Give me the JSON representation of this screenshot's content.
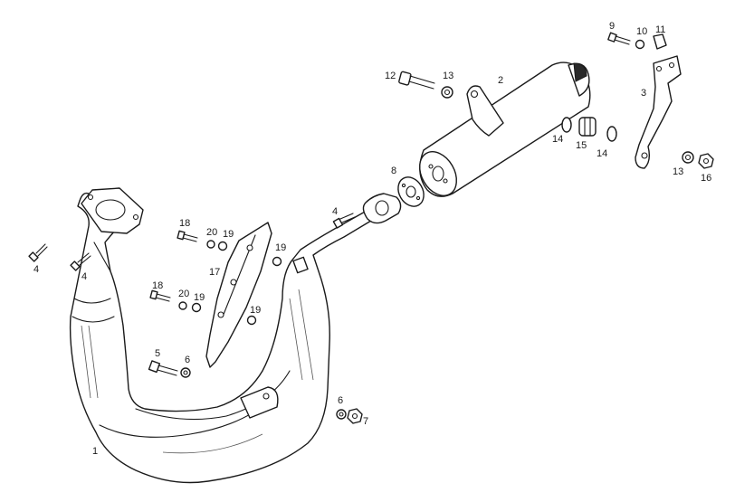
{
  "diagram": {
    "callouts": {
      "c1": "1",
      "c2": "2",
      "c3": "3",
      "c4a": "4",
      "c4b": "4",
      "c4c": "4",
      "c5": "5",
      "c6a": "6",
      "c6b": "6",
      "c7": "7",
      "c8": "8",
      "c9": "9",
      "c10": "10",
      "c11": "11",
      "c12": "12",
      "c13a": "13",
      "c13b": "13",
      "c14a": "14",
      "c14b": "14",
      "c15": "15",
      "c16": "16",
      "c17": "17",
      "c18a": "18",
      "c18b": "18",
      "c19a": "19",
      "c19b": "19",
      "c19c": "19",
      "c19d": "19",
      "c20a": "20",
      "c20b": "20"
    }
  }
}
